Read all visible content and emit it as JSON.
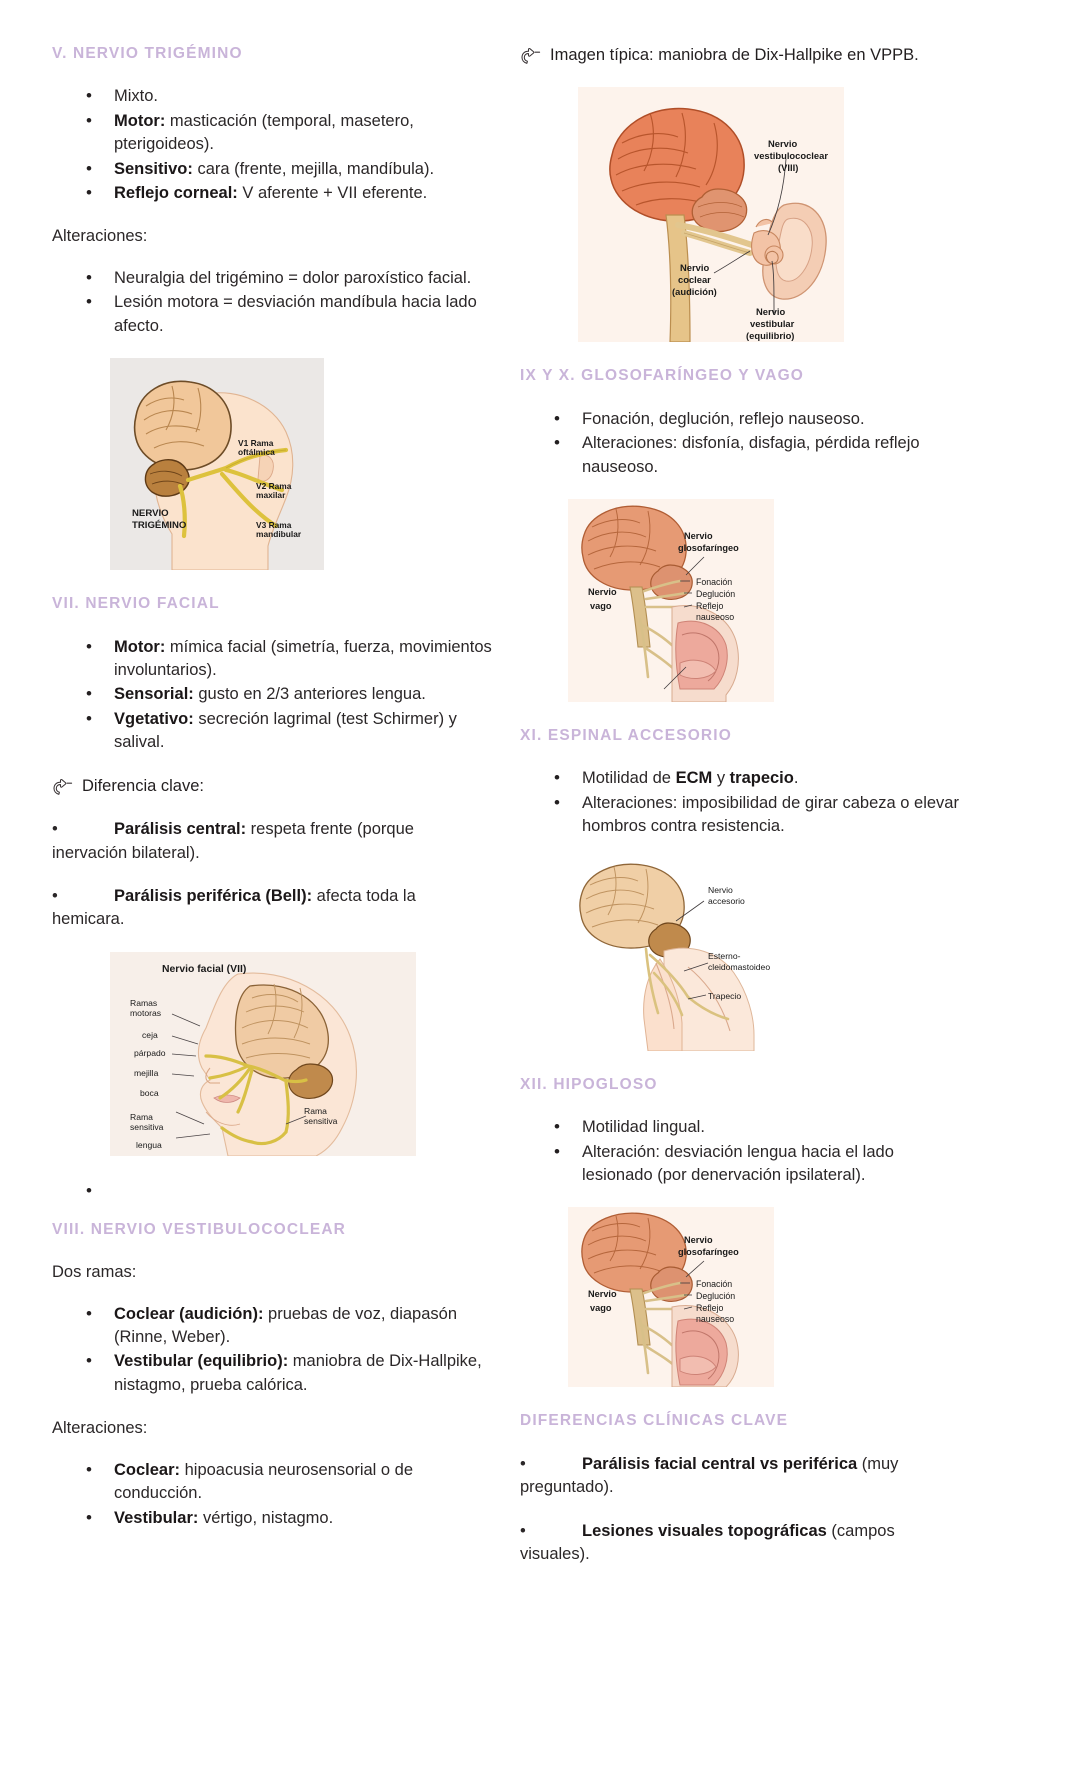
{
  "document": {
    "language": "es",
    "accent_heading_color": "#c9b4d9",
    "body_text_color": "#2b2728"
  },
  "left_column": {
    "section_trigeminal": {
      "title": "V. NERVIO TRIGÉMINO",
      "bullets": [
        {
          "bold": "",
          "text": "Mixto."
        },
        {
          "bold": "Motor:",
          "text": " masticación (temporal, masetero, pterigoideos)."
        },
        {
          "bold": "Sensitivo:",
          "text": " cara (frente, mejilla, mandíbula)."
        },
        {
          "bold": "Reflejo corneal:",
          "text": " V aferente + VII eferente."
        }
      ],
      "alterations_label": "Alteraciones:",
      "alterations": [
        {
          "bold": "",
          "text": "Neuralgia del trigémino = dolor paroxístico facial."
        },
        {
          "bold": "",
          "text": "Lesión motora = desviación mandíbula hacia lado afecto."
        }
      ],
      "figure": {
        "name": "trigeminal-nerve-diagram",
        "main_label": "NERVIO TRIGÉMINO",
        "labels": [
          "V1 Rama oftálmica",
          "V2 Rama maxilar",
          "V3 Rama mandibular"
        ]
      }
    },
    "section_facial": {
      "title": "VII. NERVIO FACIAL",
      "bullets": [
        {
          "bold": "Motor:",
          "text": " mímica facial (simetría, fuerza, movimientos involuntarios)."
        },
        {
          "bold": "Sensorial:",
          "text": " gusto en 2/3 anteriores lengua."
        },
        {
          "bold": "Vgetativo:",
          "text": " secreción lagrimal (test Schirmer) y salival."
        }
      ],
      "key_difference_label": "Diferencia clave:",
      "key_difference_icon": "pointing-hand-icon",
      "key_points": [
        {
          "bold": "Parálisis central:",
          "text": " respeta frente (porque inervación bilateral)."
        },
        {
          "bold": "Parálisis periférica (Bell):",
          "text": " afecta toda la hemicara."
        }
      ],
      "figure": {
        "name": "facial-nerve-diagram",
        "title": "Nervio facial (VII)",
        "labels": [
          "Ramas motoras",
          "ceja",
          "párpado",
          "mejilla",
          "boca",
          "Rama sensitiva",
          "lengua",
          "Rama sensitiva"
        ]
      },
      "trailing_empty_bullet": true
    },
    "section_vestibulocochlear": {
      "title": "VIII. NERVIO VESTIBULOCOCLEAR",
      "intro": "Dos ramas:",
      "bullets": [
        {
          "bold": "Coclear (audición):",
          "text": " pruebas de voz, diapasón (Rinne, Weber)."
        },
        {
          "bold": "Vestibular (equilibrio):",
          "text": " maniobra de Dix-Hallpike, nistagmo, prueba calórica."
        }
      ],
      "alterations_label": "Alteraciones:",
      "alterations": [
        {
          "bold": "Coclear:",
          "text": " hipoacusia neurosensorial o de conducción."
        },
        {
          "bold": "Vestibular:",
          "text": " vértigo, nistagmo."
        }
      ]
    }
  },
  "right_column": {
    "typical_image_note": {
      "icon": "pointing-hand-icon",
      "text": "Imagen típica: maniobra de Dix-Hallpike en VPPB."
    },
    "figure_vestibulocochlear": {
      "name": "vestibulocochlear-nerve-diagram",
      "labels": [
        "Nervio vestibulococlear (VIII)",
        "Nervio coclear (audición)",
        "Nervio vestibular (equilibrio)"
      ],
      "label_lines": {
        "vestibulococlear": [
          "Nervio",
          "vestibulococlear",
          "(VIII)"
        ],
        "coclear": [
          "Nervio",
          "coclear",
          "(audición)"
        ],
        "vestibular": [
          "Nervio",
          "vestibular",
          "(equilibrio)"
        ]
      }
    },
    "section_glossopharyngeal_vagus": {
      "title": "IX Y X. GLOSOFARÍNGEO Y VAGO",
      "bullets": [
        {
          "bold": "",
          "text": "Fonación, deglución, reflejo nauseoso."
        },
        {
          "bold": "",
          "text": "Alteraciones: disfonía, disfagia, pérdida reflejo nauseoso."
        }
      ],
      "figure": {
        "name": "glossopharyngeal-vagus-diagram",
        "labels": [
          "Nervio glosofaríngeo",
          "Fonación",
          "Deglución",
          "Reflejo nauseoso",
          "Nervio vago"
        ],
        "label_lines": {
          "glosofaringeo": [
            "Nervio",
            "glosofaríngeo"
          ],
          "vago": [
            "Nervio",
            "vago"
          ],
          "reflejo": [
            "Reflejo",
            "nauseoso"
          ]
        }
      }
    },
    "section_spinal_accessory": {
      "title": "XI. ESPINAL ACCESORIO",
      "bullets": [
        {
          "bold_mid": true,
          "pre": "Motilidad de ",
          "b1": "ECM",
          "mid": " y ",
          "b2": "trapecio",
          "post": "."
        },
        {
          "bold": "",
          "text": "Alteraciones: imposibilidad de girar cabeza o elevar hombros contra resistencia."
        }
      ],
      "figure": {
        "name": "spinal-accessory-nerve-diagram",
        "labels": [
          "Nervio accesorio",
          "Esterno-cleidomastoideo",
          "Trapecio"
        ],
        "label_lines": {
          "accesorio": [
            "Nervio",
            "accesorio"
          ],
          "ecm": [
            "Esterno-",
            "cleidomastoideo"
          ]
        }
      }
    },
    "section_hypoglossal": {
      "title": "XII. HIPOGLOSO",
      "bullets": [
        {
          "bold": "",
          "text": "Motilidad lingual."
        },
        {
          "bold": "",
          "text": "Alteración: desviación lengua hacia el lado lesionado (por denervación ipsilateral)."
        }
      ],
      "figure": {
        "name": "hypoglossal-figure-reused-glossopharyngeal",
        "labels": [
          "Nervio glosofaríngeo",
          "Fonación",
          "Deglución",
          "Reflejo nauseoso",
          "Nervio vago"
        ],
        "label_lines": {
          "glosofaringeo": [
            "Nervio",
            "glosofaríngeo"
          ],
          "vago": [
            "Nervio",
            "vago"
          ],
          "reflejo": [
            "Reflejo",
            "nauseoso"
          ]
        }
      }
    },
    "section_clinical_differences": {
      "title": "DIFERENCIAS CLÍNICAS CLAVE",
      "items": [
        {
          "bold": "Parálisis facial central vs periférica",
          "text": " (muy preguntado)."
        },
        {
          "bold": "Lesiones visuales topográficas",
          "text": " (campos visuales)."
        }
      ]
    }
  }
}
